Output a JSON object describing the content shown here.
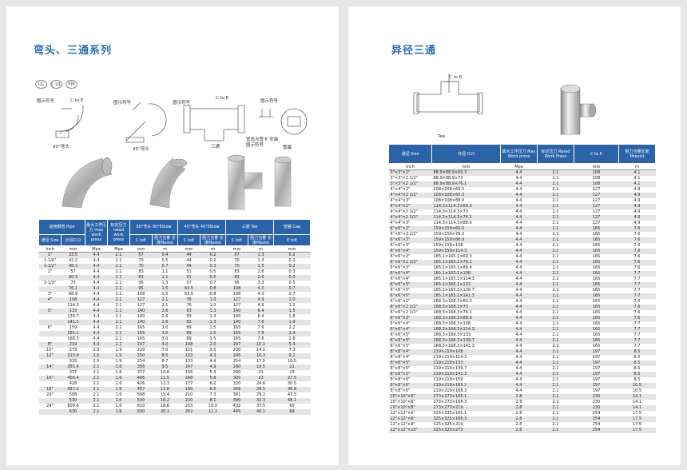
{
  "left": {
    "title": "弯头、三通系列",
    "cert_logos": [
      "UL",
      "c UL",
      "FM"
    ],
    "diagrams": {
      "elbow90_symbol": "图示符号",
      "elbow90_label": "90°弯头",
      "elbow45_symbol": "图示符号",
      "elbow45_label": "45°弯头",
      "tee_symbol": "图示符号",
      "tee_ce": "C to E",
      "tee_label": "三通",
      "cap_symbol": "图示符号",
      "cap_note": "管道与管卡 安装图示符号",
      "cap_label": "管塞",
      "ce_90": "C to E"
    },
    "table": {
      "group_headers": [
        "适用钢管 Pipe",
        "最大工作压力 max work press",
        "标定压力 rated work press",
        "90°弯头 90°Elbow",
        "45°弯头 45°Elbow",
        "三通 Tee",
        "管塞 Cap"
      ],
      "sub_headers": [
        "通径 Size",
        "外径O.D",
        "C toE",
        "阻力当量 长度Mesist",
        "C toE",
        "阻力当量 长度Mesist",
        "C toE",
        "阻力当量 长度Mesist",
        "E toE"
      ],
      "units": [
        "Inch",
        "mm",
        "Mpa",
        "Mpa",
        "mm",
        "m",
        "mm",
        "m",
        "mm",
        "m",
        "mm"
      ],
      "rows": [
        [
          "1\"",
          "33.5",
          "4.4",
          "2.1",
          "57",
          "0.4",
          "44",
          "0.2",
          "57",
          "1.3",
          "0.2"
        ],
        [
          "1-1/4\"",
          "42.2",
          "4.4",
          "2.1",
          "70",
          "0.5",
          "44",
          "0.2",
          "70",
          "1.3",
          "0.2"
        ],
        [
          "1-1/2\"",
          "48.3",
          "4.4",
          "2.1",
          "70",
          "0.7",
          "44",
          "0.3",
          "70",
          "1.5",
          "0.2"
        ],
        [
          "2\"",
          "57",
          "4.4",
          "2.1",
          "83",
          "1.1",
          "51",
          "0.5",
          "83",
          "2.6",
          "0.3"
        ],
        [
          "",
          "60.3",
          "4.4",
          "2.1",
          "83",
          "1.1",
          "51",
          "0.5",
          "83",
          "2.6",
          "0.3"
        ],
        [
          "2-1/2\"",
          "73",
          "4.4",
          "2.1",
          "95",
          "1.3",
          "57",
          "0.7",
          "95",
          "3.3",
          "0.5"
        ],
        [
          "",
          "76.1",
          "4.4",
          "2.1",
          "95",
          "1.5",
          "63.5",
          "0.8",
          "108",
          "4.0",
          "0.7"
        ],
        [
          "3\"",
          "88.9",
          "4.4",
          "2.1",
          "108",
          "1.5",
          "63.5",
          "0.8",
          "108",
          "4.0",
          "0.7"
        ],
        [
          "4\"",
          "108",
          "4.4",
          "2.1",
          "127",
          "2.1",
          "76",
          "1.0",
          "127",
          "4.9",
          "1.0"
        ],
        [
          "",
          "114.3",
          "4.4",
          "2.1",
          "127",
          "2.1",
          "76",
          "1.0",
          "127",
          "4.9",
          "1.2"
        ],
        [
          "5\"",
          "133",
          "4.4",
          "2.1",
          "140",
          "2.6",
          "83",
          "1.3",
          "140",
          "6.4",
          "1.5"
        ],
        [
          "",
          "139.7",
          "4.4",
          "2.1",
          "140",
          "2.6",
          "83",
          "1.3",
          "140",
          "6.4",
          "1.8"
        ],
        [
          "",
          "141.3",
          "4.4",
          "2.1",
          "140",
          "2.6",
          "83",
          "1.3",
          "140",
          "7.6",
          "1.9"
        ],
        [
          "6\"",
          "159",
          "4.4",
          "2.1",
          "165",
          "3.0",
          "89",
          "1.5",
          "165",
          "7.6",
          "2.2"
        ],
        [
          "",
          "165.1",
          "4.4",
          "2.1",
          "165",
          "3.0",
          "89",
          "1.5",
          "165",
          "7.6",
          "2.4"
        ],
        [
          "",
          "168.3",
          "4.4",
          "2.1",
          "165",
          "3.0",
          "89",
          "1.5",
          "165",
          "7.6",
          "2.8"
        ],
        [
          "8\"",
          "219",
          "4.4",
          "2.1",
          "197",
          "4.0",
          "108",
          "2.0",
          "197",
          "10.1",
          "5.4"
        ],
        [
          "10\"",
          "273",
          "2.5",
          "1.9",
          "229",
          "7.0",
          "121",
          "3.5",
          "230",
          "14.1",
          "7.3"
        ],
        [
          "12\"",
          "323.9",
          "2.5",
          "1.9",
          "250",
          "8.5",
          "133",
          "4.3",
          "245",
          "16.3",
          "9.2"
        ],
        [
          "",
          "325",
          "2.5",
          "1.9",
          "254",
          "8.7",
          "133",
          "4.4",
          "254",
          "17.5",
          "10.5"
        ],
        [
          "14\"",
          "355.6",
          "2.1",
          "1.6",
          "356",
          "9.5",
          "147",
          "4.9",
          "280",
          "19.5",
          "21"
        ],
        [
          "",
          "377",
          "2.1",
          "1.6",
          "377",
          "10.6",
          "156",
          "5.3",
          "290",
          "21",
          "23"
        ],
        [
          "16\"",
          "406.4",
          "2.1",
          "1.6",
          "406",
          "11.5",
          "168",
          "5.8",
          "305",
          "23",
          "27.5"
        ],
        [
          "",
          "426",
          "2.1",
          "1.6",
          "426",
          "12.3",
          "177",
          "6.2",
          "320",
          "24.6",
          "30.5"
        ],
        [
          "18\"",
          "457.2",
          "2.1",
          "1.6",
          "457",
          "13.6",
          "190",
          "6.5",
          "356",
          "24.5",
          "36.8"
        ],
        [
          "20\"",
          "508",
          "2.1",
          "1.6",
          "508",
          "15.4",
          "210",
          "7.3",
          "381",
          "29.2",
          "43.5"
        ],
        [
          "",
          "530",
          "2.1",
          "1.6",
          "530",
          "16.2",
          "220",
          "8.1",
          "390",
          "32.3",
          "48.1"
        ],
        [
          "24\"",
          "609.6",
          "2.1",
          "1.6",
          "610",
          "18.6",
          "253",
          "10.0",
          "432",
          "37.5",
          "60"
        ],
        [
          "",
          "630",
          "2.1",
          "1.6",
          "630",
          "20.1",
          "262",
          "11.1",
          "445",
          "40.1",
          "68"
        ]
      ]
    }
  },
  "right": {
    "title": "异径三通",
    "diagram_ce": "C to E",
    "diagram_label": "Tee",
    "table": {
      "headers": [
        "通径 Size",
        "外径 O.D",
        "最大工作压力 Max Word press",
        "标定压力 Rated Work Press",
        "C to E",
        "阻力当量长度 Mresist"
      ],
      "units": [
        "Inch",
        "mm",
        "Mpa",
        "",
        "mm",
        "m"
      ],
      "rows": [
        [
          "3\"×3\"×2\"",
          "88.9×88.9×60.3",
          "4.4",
          "2.1",
          "108",
          "4.1"
        ],
        [
          "3\"×3\"×2 1/2\"",
          "88.9×88.9×73",
          "4.4",
          "2.1",
          "108",
          "4.1"
        ],
        [
          "3\"×3\"×2 1/2\"",
          "88.9×88.9×76.1",
          "4.4",
          "2.1",
          "108",
          "4.1"
        ],
        [
          "4\"×4\"×2\"",
          "108×108×60.3",
          "4.4",
          "2.1",
          "127",
          "4.9"
        ],
        [
          "4\"×4\"×2 1/2\"",
          "108×108×60.3",
          "4.4",
          "2.1",
          "127",
          "4.9"
        ],
        [
          "4\"×4\"×3\"",
          "108×108×88.9",
          "4.4",
          "2.1",
          "127",
          "4.9"
        ],
        [
          "4\"×4\"×2\"",
          "114.3×114.3×60.3",
          "4.4",
          "2.1",
          "127",
          "4.9"
        ],
        [
          "4\"×4\"×2 1/2\"",
          "114.3×114.3×73",
          "4.4",
          "2.1",
          "127",
          "4.9"
        ],
        [
          "4\"×4\"×2 1/2\"",
          "114.3×114.3×76.1",
          "4.4",
          "2.1",
          "127",
          "4.9"
        ],
        [
          "4\"×4\"×3\"",
          "114.3×114.3×88.9",
          "4.4",
          "2.1",
          "127",
          "4.9"
        ],
        [
          "6\"×6\"×2\"",
          "159×159×60.3",
          "4.4",
          "2.1",
          "165",
          "7.6"
        ],
        [
          "6\"×6\"×2 1/2\"",
          "159×159×76.3",
          "4.4",
          "2.1",
          "165",
          "7.6"
        ],
        [
          "6\"×6\"×3\"",
          "159×159×88.9",
          "4.4",
          "2.1",
          "165",
          "7.6"
        ],
        [
          "6\"×6\"×3\"",
          "159×159×108",
          "4.4",
          "2.1",
          "165",
          "7.6"
        ],
        [
          "6\"×6\"×4\"",
          "159×159×114.3",
          "4.4",
          "2.1",
          "165",
          "7.6"
        ],
        [
          "6\"×6\"×2\"",
          "165.1×165.1×60.3",
          "4.4",
          "2.1",
          "165",
          "7.6"
        ],
        [
          "6\"×6\"×2 1/2\"",
          "165.1×165.1×76.1",
          "4.4",
          "2.1",
          "165",
          "7.6"
        ],
        [
          "6\"×6\"×3\"",
          "165.1×165.1×88.9",
          "4.4",
          "2.1",
          "165",
          "7.6"
        ],
        [
          "6\"×6\"×4\"",
          "165.1×165.1×108",
          "4.4",
          "2.1",
          "165",
          "7.7"
        ],
        [
          "6\"×6\"×4\"",
          "165.1×165.1×114.3",
          "4.4",
          "2.1",
          "165",
          "7.7"
        ],
        [
          "6\"×6\"×5\"",
          "165.1×165.1×133",
          "4.4",
          "2.1",
          "165",
          "7.7"
        ],
        [
          "6\"×6\"×5\"",
          "165.1×165.1×139.7",
          "4.4",
          "2.1",
          "165",
          "7.7"
        ],
        [
          "6\"×6\"×5\"",
          "165.1×165.1×141.3",
          "4.4",
          "2.1",
          "165",
          "7.7"
        ],
        [
          "6\"×6\"×2\"",
          "168.3×168.3×60.3",
          "4.4",
          "2.1",
          "165",
          "7.6"
        ],
        [
          "6\"×6\"×2 1/2\"",
          "168.3×168.3×73",
          "4.4",
          "2.1",
          "165",
          "7.6"
        ],
        [
          "6\"×6\"×2 1/2\"",
          "168.3×168.3×76.1",
          "4.4",
          "2.1",
          "165",
          "7.6"
        ],
        [
          "6\"×6\"×3\"",
          "168.3×168.3×88.9",
          "4.4",
          "2.1",
          "165",
          "7.6"
        ],
        [
          "6\"×6\"×4\"",
          "168.3×168.3×108",
          "4.4",
          "2.1",
          "165",
          "7.7"
        ],
        [
          "6\"×6\"×4\"",
          "168.3×168.3×114.3",
          "4.4",
          "2.1",
          "165",
          "7.7"
        ],
        [
          "6\"×6\"×5\"",
          "168.3×168.3×133",
          "4.4",
          "2.1",
          "165",
          "7.7"
        ],
        [
          "6\"×6\"×5\"",
          "168.3×168.3×139.7",
          "4.4",
          "2.1",
          "165",
          "7.7"
        ],
        [
          "6\"×6\"×5\"",
          "168.3×168.3×141.3",
          "4.4",
          "2.1",
          "165",
          "7.7"
        ],
        [
          "8\"×8\"×4\"",
          "219×219×108",
          "4.4",
          "2.1",
          "197",
          "8.5"
        ],
        [
          "8\"×8\"×4\"",
          "219×219×114.3",
          "4.4",
          "2.1",
          "197",
          "8.5"
        ],
        [
          "8\"×8\"×5\"",
          "219×219×133",
          "4.4",
          "2.1",
          "197",
          "8.5"
        ],
        [
          "8\"×8\"×5\"",
          "219×219×139.7",
          "4.4",
          "2.1",
          "197",
          "8.5"
        ],
        [
          "8\"×8\"×5\"",
          "219×219×141.3",
          "4.4",
          "2.1",
          "197",
          "8.5"
        ],
        [
          "8\"×8\"×6\"",
          "219×219×159",
          "4.4",
          "2.1",
          "197",
          "8.5"
        ],
        [
          "8\"×8\"×6\"",
          "219×219×165.1",
          "4.4",
          "2.1",
          "197",
          "10.5"
        ],
        [
          "8\"×8\"×6\"",
          "219×219×168.3",
          "4.4",
          "2.1",
          "197",
          "10.5"
        ],
        [
          "10\"×10\"×6\"",
          "273×273×165.1",
          "2.8",
          "2.1",
          "230",
          "14.1"
        ],
        [
          "10\"×10\"×6\"",
          "273×273×168.3",
          "2.8",
          "2.1",
          "230",
          "14.1"
        ],
        [
          "10\"×10\"×8\"",
          "273×273×219",
          "2.8",
          "2.1",
          "230",
          "14.1"
        ],
        [
          "12\"×12\"×6\"",
          "325×325×165.1",
          "2.8",
          "2.1",
          "254",
          "17.5"
        ],
        [
          "12\"×12\"×6\"",
          "325×325×168.3",
          "2.8",
          "2.1",
          "254",
          "17.5"
        ],
        [
          "12\"×12\"×8\"",
          "325×325×219",
          "2.8",
          "2.1",
          "254",
          "17.5"
        ],
        [
          "12\"×12\"×10\"",
          "325×325×273",
          "2.8",
          "2.1",
          "254",
          "17.5"
        ]
      ]
    }
  }
}
